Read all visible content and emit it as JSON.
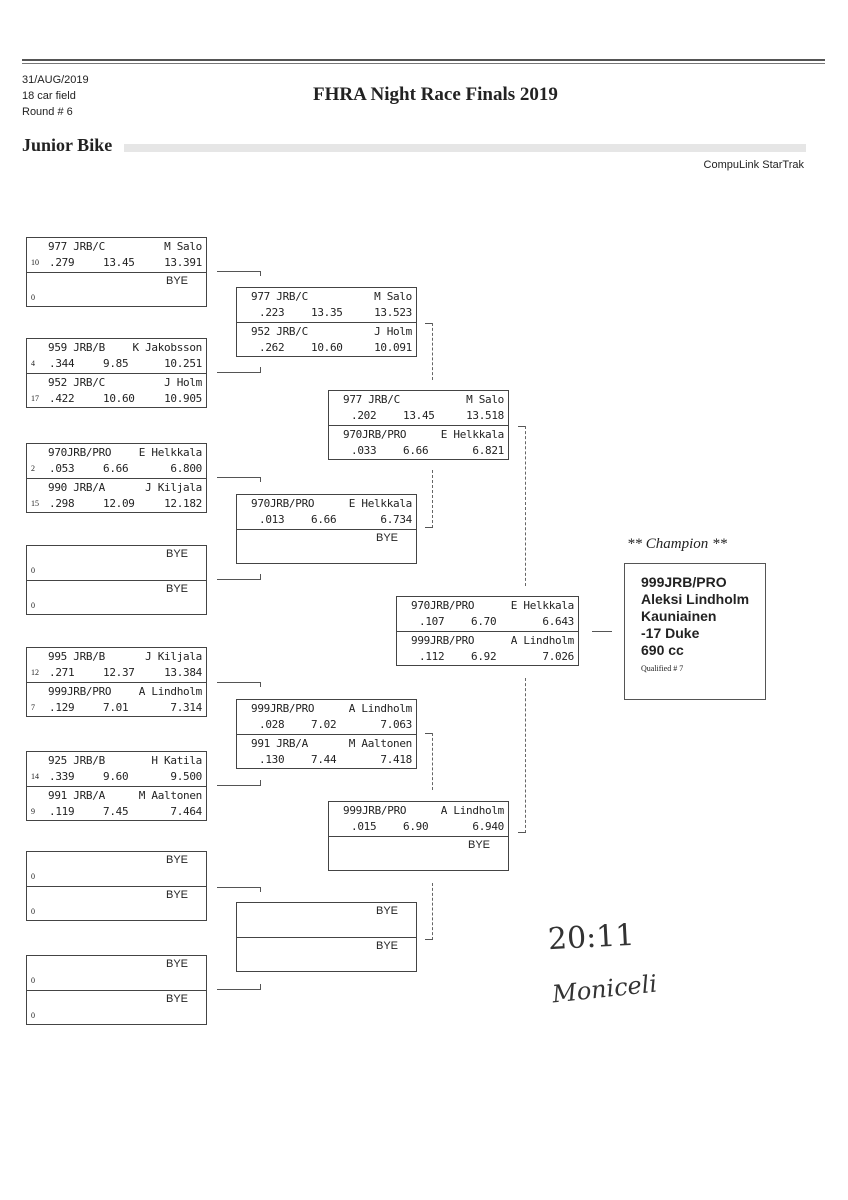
{
  "header": {
    "date": "31/AUG/2019",
    "field": "18 car field",
    "round": "Round # 6",
    "title": "FHRA Night Race Finals 2019",
    "class_name": "Junior Bike",
    "software": "CompuLink StarTrak"
  },
  "round1": [
    {
      "top": {
        "car": "977 JRB/C",
        "name": "M Salo",
        "seed": "10",
        "rt": ".279",
        "dial": "13.45",
        "et": "13.391"
      },
      "bottom": {
        "bye": "BYE",
        "seed": "0"
      }
    },
    {
      "top": {
        "car": "959 JRB/B",
        "name": "K Jakobsson",
        "seed": "4",
        "rt": ".344",
        "dial": "9.85",
        "et": "10.251"
      },
      "bottom": {
        "car": "952 JRB/C",
        "name": "J Holm",
        "seed": "17",
        "rt": ".422",
        "dial": "10.60",
        "et": "10.905"
      }
    },
    {
      "top": {
        "car": "970JRB/PRO",
        "name": "E Helkkala",
        "seed": "2",
        "rt": ".053",
        "dial": "6.66",
        "et": "6.800"
      },
      "bottom": {
        "car": "990 JRB/A",
        "name": "J Kiljala",
        "seed": "15",
        "rt": ".298",
        "dial": "12.09",
        "et": "12.182"
      }
    },
    {
      "top": {
        "bye": "BYE",
        "seed": "0"
      },
      "bottom": {
        "bye": "BYE",
        "seed": "0"
      }
    },
    {
      "top": {
        "car": "995 JRB/B",
        "name": "J Kiljala",
        "seed": "12",
        "rt": ".271",
        "dial": "12.37",
        "et": "13.384"
      },
      "bottom": {
        "car": "999JRB/PRO",
        "name": "A Lindholm",
        "seed": "7",
        "rt": ".129",
        "dial": "7.01",
        "et": "7.314"
      }
    },
    {
      "top": {
        "car": "925 JRB/B",
        "name": "H Katila",
        "seed": "14",
        "rt": ".339",
        "dial": "9.60",
        "et": "9.500"
      },
      "bottom": {
        "car": "991 JRB/A",
        "name": "M Aaltonen",
        "seed": "9",
        "rt": ".119",
        "dial": "7.45",
        "et": "7.464"
      }
    },
    {
      "top": {
        "bye": "BYE",
        "seed": "0"
      },
      "bottom": {
        "bye": "BYE",
        "seed": "0"
      }
    },
    {
      "top": {
        "bye": "BYE",
        "seed": "0"
      },
      "bottom": {
        "bye": "BYE",
        "seed": "0"
      }
    }
  ],
  "round2": [
    {
      "top": {
        "car": "977 JRB/C",
        "name": "M Salo",
        "rt": ".223",
        "dial": "13.35",
        "et": "13.523"
      },
      "bottom": {
        "car": "952 JRB/C",
        "name": "J Holm",
        "rt": ".262",
        "dial": "10.60",
        "et": "10.091"
      }
    },
    {
      "top": {
        "car": "970JRB/PRO",
        "name": "E Helkkala",
        "rt": ".013",
        "dial": "6.66",
        "et": "6.734"
      },
      "bottom": {
        "bye": "BYE"
      }
    },
    {
      "top": {
        "car": "999JRB/PRO",
        "name": "A Lindholm",
        "rt": ".028",
        "dial": "7.02",
        "et": "7.063"
      },
      "bottom": {
        "car": "991 JRB/A",
        "name": "M Aaltonen",
        "rt": ".130",
        "dial": "7.44",
        "et": "7.418"
      }
    },
    {
      "top": {
        "bye": "BYE"
      },
      "bottom": {
        "bye": "BYE"
      }
    }
  ],
  "round3": [
    {
      "top": {
        "car": "977 JRB/C",
        "name": "M Salo",
        "rt": ".202",
        "dial": "13.45",
        "et": "13.518"
      },
      "bottom": {
        "car": "970JRB/PRO",
        "name": "E Helkkala",
        "rt": ".033",
        "dial": "6.66",
        "et": "6.821"
      }
    },
    {
      "top": {
        "car": "999JRB/PRO",
        "name": "A Lindholm",
        "rt": ".015",
        "dial": "6.90",
        "et": "6.940"
      },
      "bottom": {
        "bye": "BYE"
      }
    }
  ],
  "final": {
    "top": {
      "car": "970JRB/PRO",
      "name": "E Helkkala",
      "rt": ".107",
      "dial": "6.70",
      "et": "6.643"
    },
    "bottom": {
      "car": "999JRB/PRO",
      "name": "A Lindholm",
      "rt": ".112",
      "dial": "6.92",
      "et": "7.026"
    }
  },
  "champion": {
    "title": "** Champion **",
    "car": "999JRB/PRO",
    "driver": "Aleksi Lindholm",
    "city": "Kauniainen",
    "vehicle": "-17 Duke",
    "engine": "690 cc",
    "qualified": "Qualified # 7"
  },
  "annotation": {
    "time": "20:11",
    "signature": "Moniceli"
  }
}
